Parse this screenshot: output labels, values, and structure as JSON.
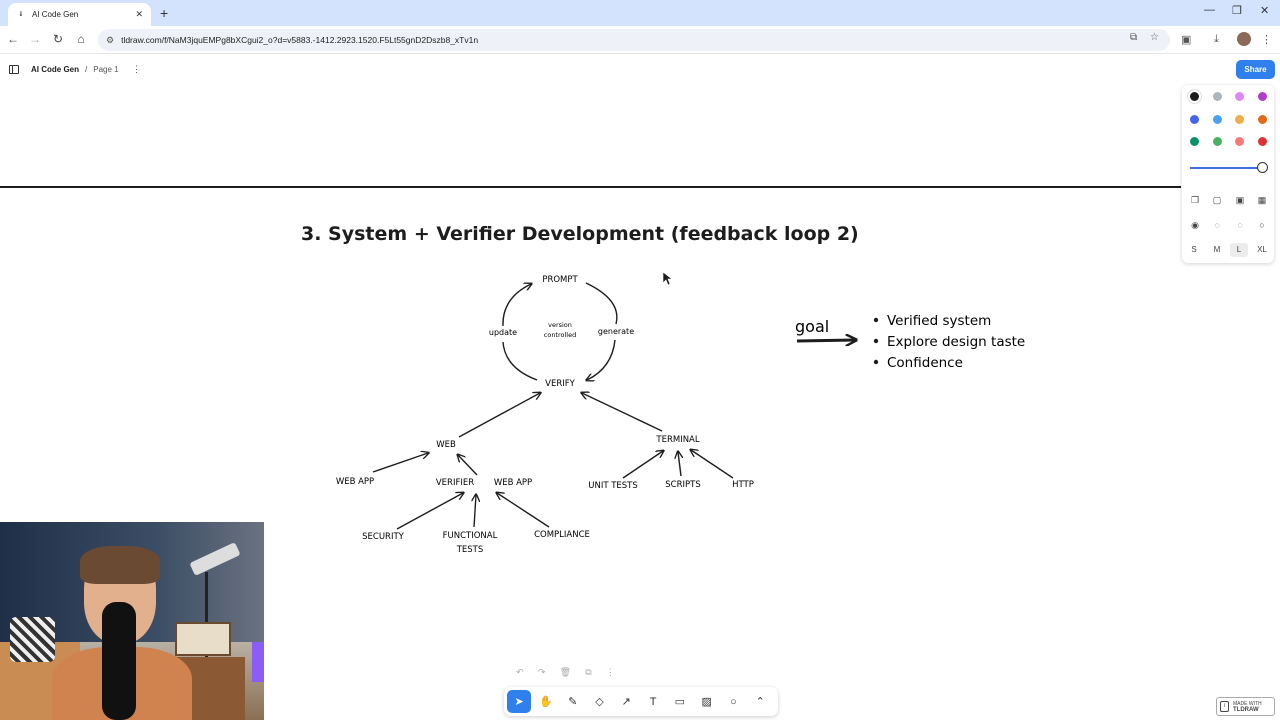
{
  "browser": {
    "tab_title": "AI Code Gen",
    "favicon_glyph": "ꜟ",
    "url": "tldraw.com/f/NaM3jquEMPg8bXCgui2_o?d=v5883.-1412.2923.1520.F5Lt55gnD2Dszb8_xTv1n"
  },
  "tldraw": {
    "document_name": "AI Code Gen",
    "breadcrumb_separator": "/",
    "page_name": "Page 1",
    "share_label": "Share",
    "made_with_line1": "MADE WITH",
    "made_with_line2": "TLDRAW"
  },
  "style_panel": {
    "colors": [
      "#1d1d1d",
      "#adb5bd",
      "#e085f4",
      "#ae3ec9",
      "#4465e9",
      "#4ba1f1",
      "#f1ac4b",
      "#e16919",
      "#099268",
      "#4cb05e",
      "#f87777",
      "#e03131"
    ],
    "selected_color": "#1d1d1d",
    "opacity": 1.0,
    "sizes": [
      "S",
      "M",
      "L",
      "XL"
    ],
    "selected_size": "L"
  },
  "diagram": {
    "title": "3. System + Verifier Development (feedback loop 2)",
    "loop_nodes": {
      "prompt": "PROMPT",
      "verify": "VERIFY",
      "update": "update",
      "generate": "generate",
      "center_line1": "version",
      "center_line2": "controlled"
    },
    "web_branch": {
      "web": "WEB",
      "web_app_left": "WEB APP",
      "verifier": "VERIFIER",
      "web_app_right": "WEB APP",
      "security": "SECURITY",
      "functional_line1": "FUNCTIONAL",
      "functional_line2": "TESTS",
      "compliance": "COMPLIANCE"
    },
    "terminal_branch": {
      "terminal": "TERMINAL",
      "unit_tests": "UNIT TESTS",
      "scripts": "SCRIPTS",
      "http": "HTTP"
    },
    "goal_label": "goal",
    "goals": [
      "Verified system",
      "Explore design taste",
      "Confidence"
    ]
  },
  "toolbar": {
    "tools": [
      "select-icon",
      "hand-icon",
      "pencil-icon",
      "eraser-icon",
      "arrow-icon",
      "text-icon",
      "note-icon",
      "image-icon",
      "ellipse-icon",
      "chevron-up-icon"
    ],
    "active_tool": "select-icon"
  }
}
